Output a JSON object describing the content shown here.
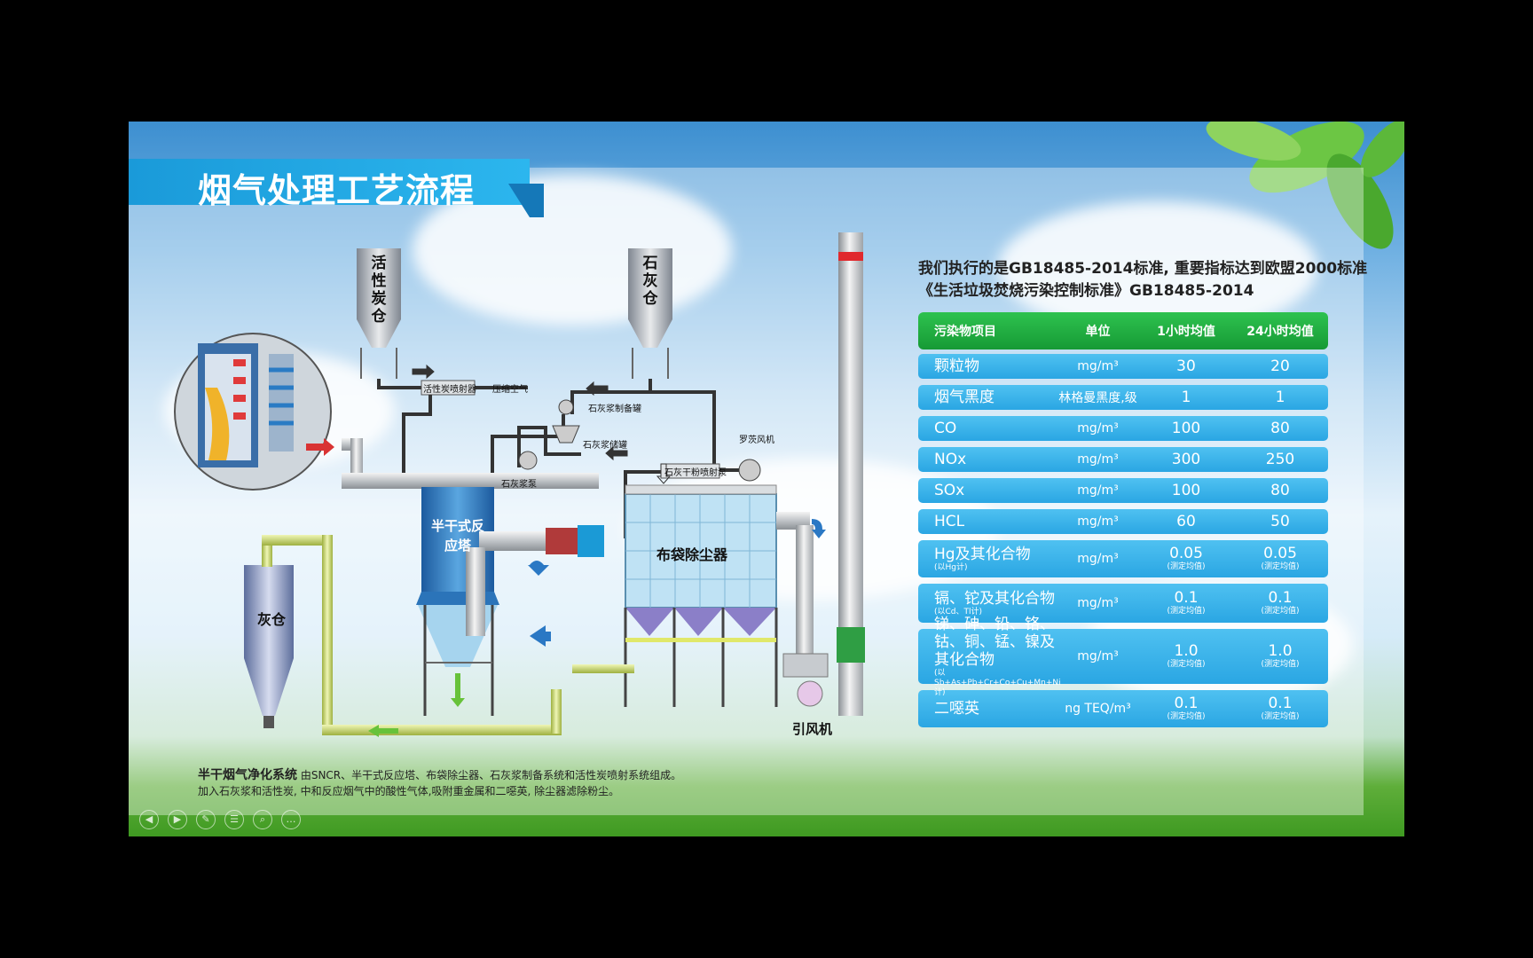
{
  "title": "烟气处理工艺流程",
  "diagram": {
    "silo_carbon": "活性炭仓",
    "silo_lime": "石灰仓",
    "carbon_injector": "活性炭喷射器",
    "compressed_air": "压缩空气",
    "lime_prep_tank": "石灰浆制备罐",
    "lime_storage_tank": "石灰浆储罐",
    "lime_pump": "石灰浆泵",
    "dry_powder_pump": "石灰干粉喷射泵",
    "roots_blower": "罗茨风机",
    "reactor": "半干式反应塔",
    "baghouse": "布袋除尘器",
    "ash_silo": "灰仓",
    "id_fan": "引风机"
  },
  "standard": {
    "line1": "我们执行的是GB18485-2014标准, 重要指标达到欧盟2000标准",
    "line2": "《生活垃圾焚烧污染控制标准》GB18485-2014"
  },
  "table": {
    "headers": [
      "污染物项目",
      "单位",
      "1小时均值",
      "24小时均值"
    ],
    "rows": [
      {
        "name": "颗粒物",
        "unit": "mg/m³",
        "h1": "30",
        "h24": "20"
      },
      {
        "name": "烟气黑度",
        "unit": "林格曼黑度,级",
        "h1": "1",
        "h24": "1"
      },
      {
        "name": "CO",
        "unit": "mg/m³",
        "h1": "100",
        "h24": "80"
      },
      {
        "name": "NOx",
        "unit": "mg/m³",
        "h1": "300",
        "h24": "250"
      },
      {
        "name": "SOx",
        "unit": "mg/m³",
        "h1": "100",
        "h24": "80"
      },
      {
        "name": "HCL",
        "unit": "mg/m³",
        "h1": "60",
        "h24": "50"
      },
      {
        "name": "Hg及其化合物",
        "sub": "(以Hg计)",
        "unit": "mg/m³",
        "h1": "0.05",
        "h1_sub": "(测定均值)",
        "h24": "0.05",
        "h24_sub": "(测定均值)"
      },
      {
        "name": "镉、铊及其化合物",
        "sub": "(以Cd、Tl计)",
        "unit": "mg/m³",
        "h1": "0.1",
        "h1_sub": "(测定均值)",
        "h24": "0.1",
        "h24_sub": "(测定均值)"
      },
      {
        "name": "锑、砷、铅、铬、钴、铜、锰、镍及其化合物",
        "sub": "(以Sb+As+Pb+Cr+Co+Cu+Mn+Ni计)",
        "unit": "mg/m³",
        "h1": "1.0",
        "h1_sub": "(测定均值)",
        "h24": "1.0",
        "h24_sub": "(测定均值)"
      },
      {
        "name": "二噁英",
        "unit": "ng TEQ/m³",
        "h1": "0.1",
        "h1_sub": "(测定均值)",
        "h24": "0.1",
        "h24_sub": "(测定均值)"
      }
    ]
  },
  "summary": {
    "bold": "半干烟气净化系统",
    "text1": "由SNCR、半干式反应塔、布袋除尘器、石灰浆制备系统和活性炭喷射系统组成。",
    "text2": "加入石灰浆和活性炭, 中和反应烟气中的酸性气体,吸附重金属和二噁英, 除尘器滤除粉尘。"
  },
  "colors": {
    "title_blue": "#1a9ad9",
    "table_green": "#1fae40",
    "table_blue": "#2aa6e3"
  },
  "nav_icons": [
    "prev-icon",
    "next-icon",
    "pen-icon",
    "menu-icon",
    "zoom-icon",
    "more-icon"
  ]
}
